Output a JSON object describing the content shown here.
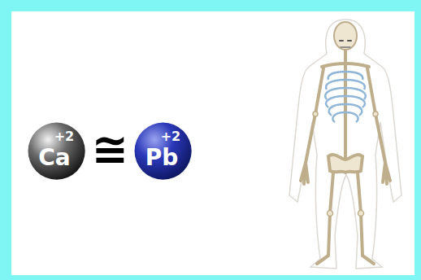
{
  "diagram": {
    "nodes": [
      {
        "text": [
          "Ca",
          "+2"
        ]
      },
      {
        "text": [
          "Pb",
          "+2"
        ]
      }
    ],
    "labels": [
      "≅"
    ]
  }
}
